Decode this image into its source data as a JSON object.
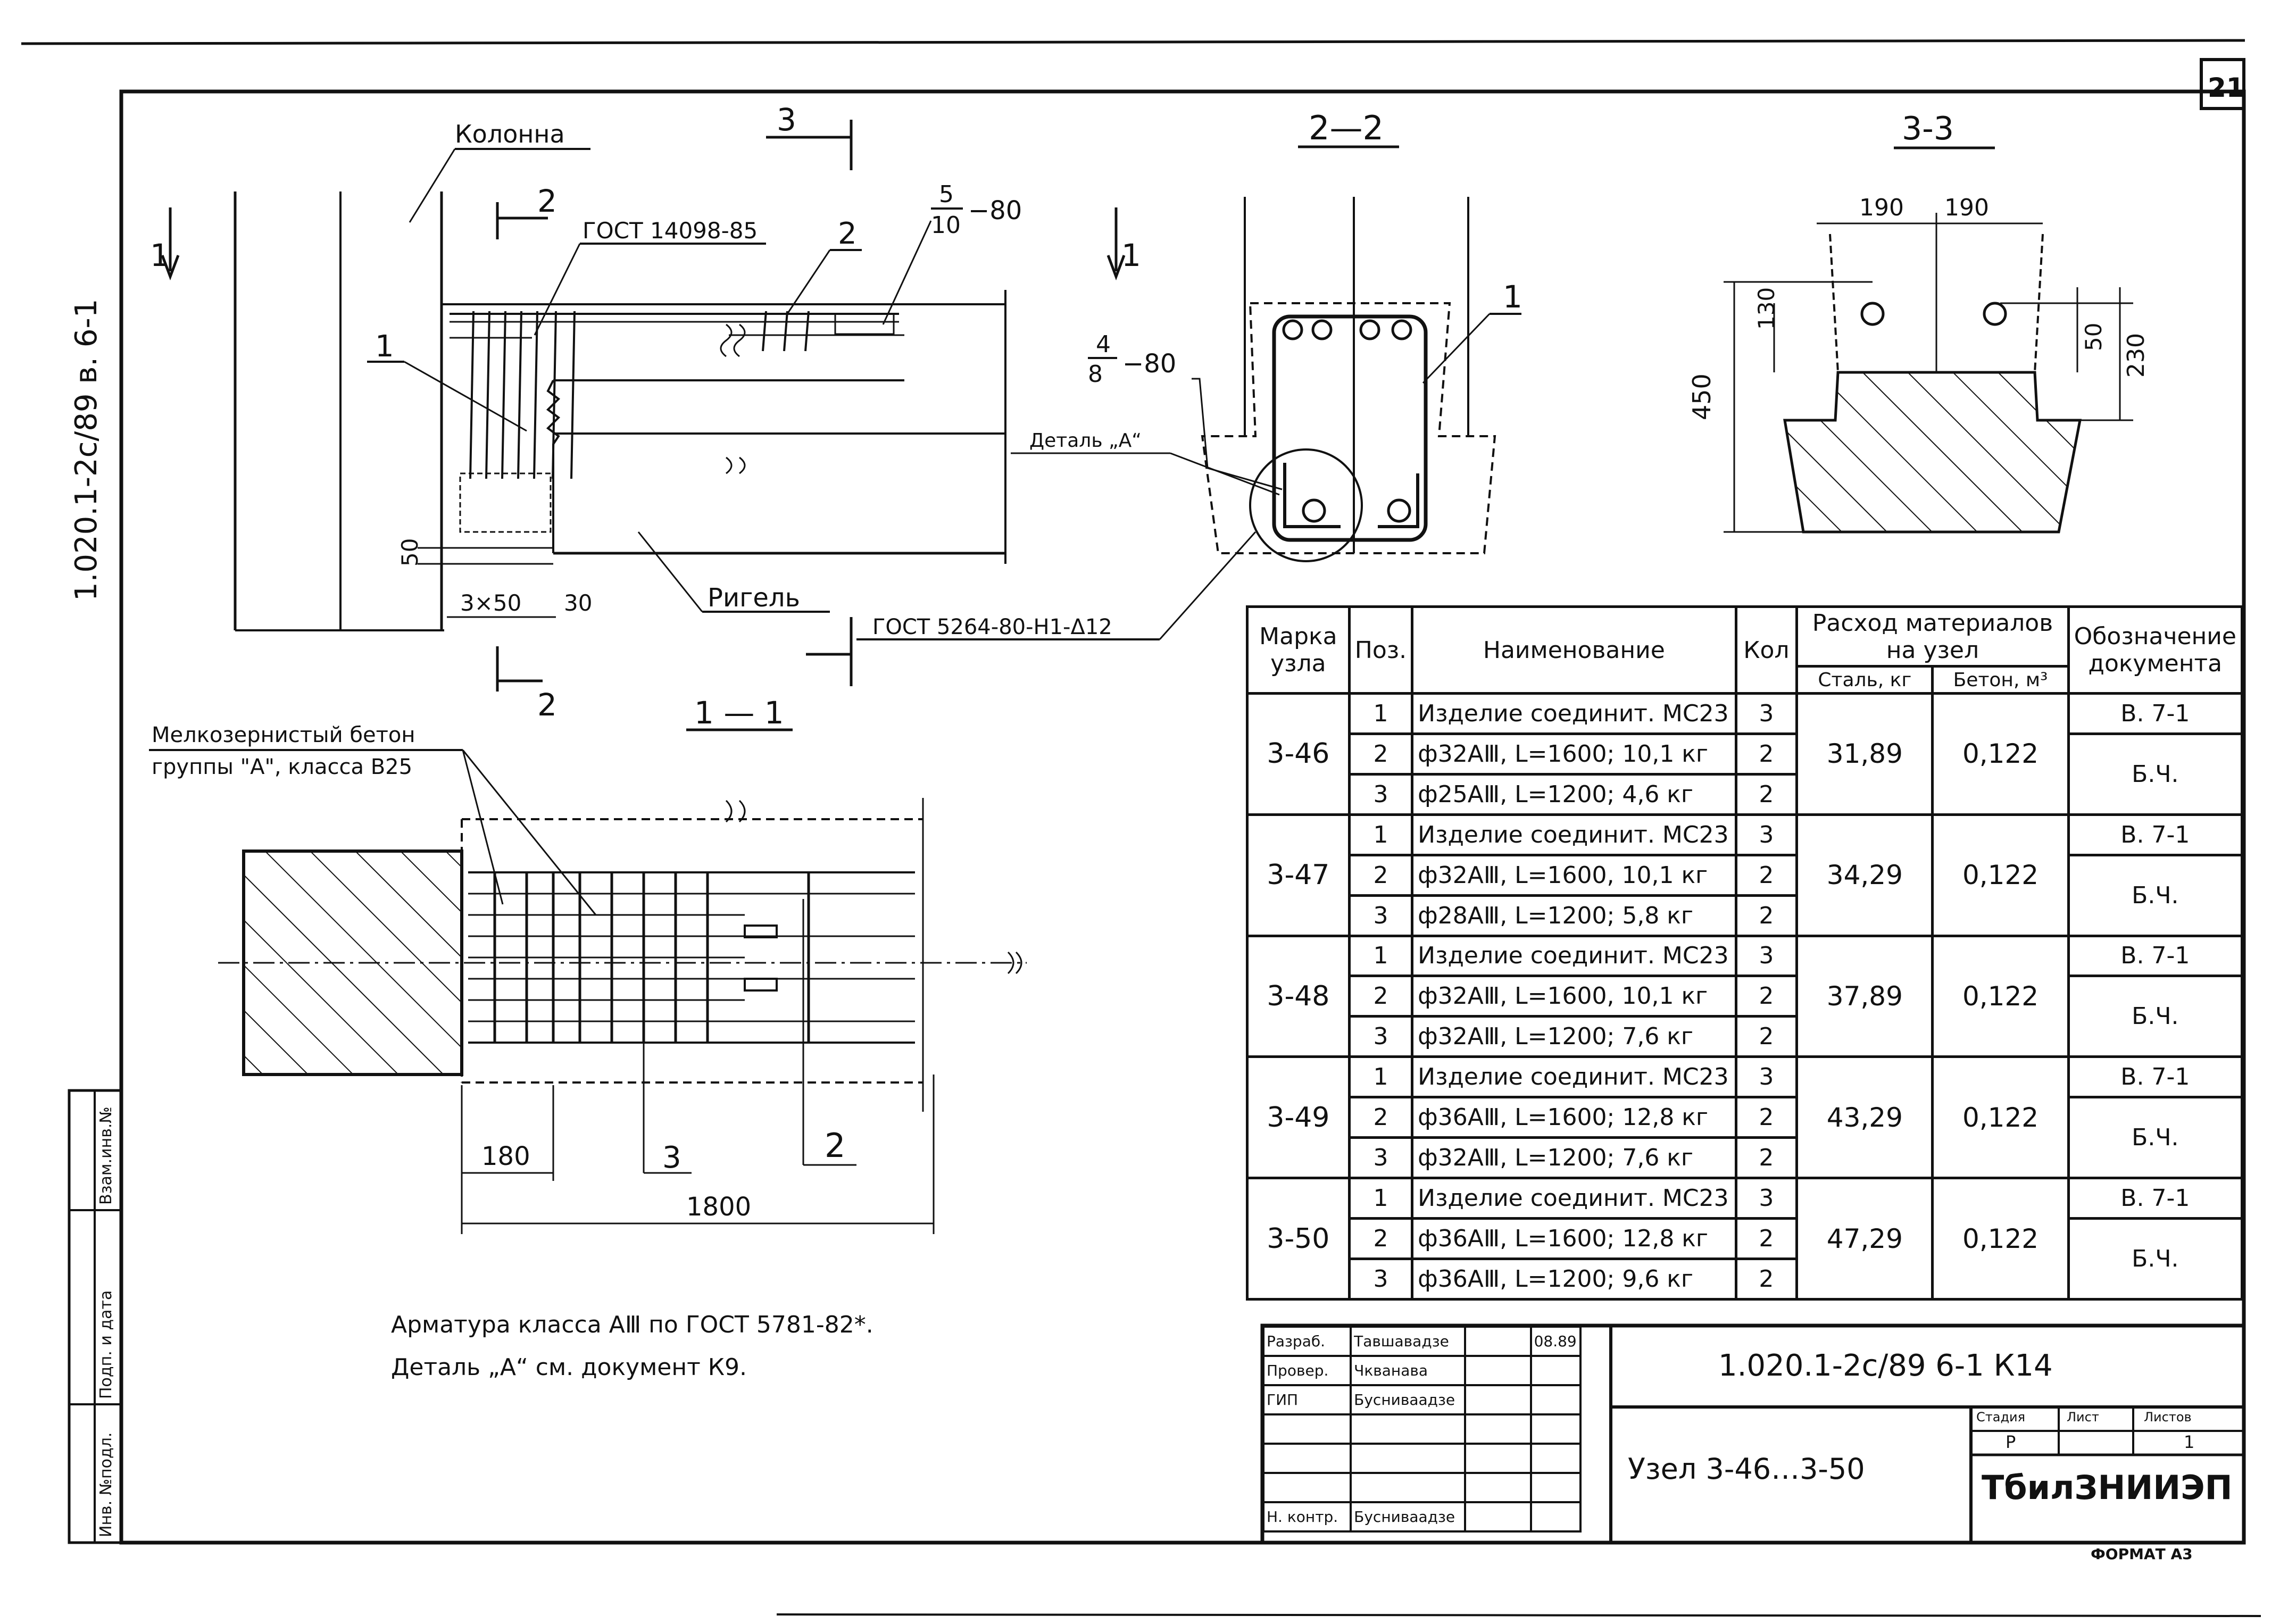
{
  "sheet": {
    "number": "21",
    "side_code": "1.020.1-2с/89 в. 6-1",
    "format": "ФОРМАТ А3"
  },
  "drawing": {
    "labels": {
      "column": "Колонна",
      "beam": "Ригель",
      "detail_a": "Деталь „А“",
      "gost_14098": "ГОСТ 14098-85",
      "gost_5264": "ГОСТ 5264-80-Н1-Δ12",
      "weld_5_10_num": "5",
      "weld_5_10_den": "10",
      "weld_5_10_step": "−80",
      "weld_4_8_num": "4",
      "weld_4_8_den": "8",
      "weld_4_8_step": "−80",
      "concrete_line1": "Мелкозернистый бетон",
      "concrete_line2": "группы \"А\", класса В25",
      "pos_1": "1",
      "pos_2": "2",
      "pos_3": "3"
    },
    "sections": {
      "s11": "1 — 1",
      "s22": "2—2",
      "s33": "3-3"
    },
    "section_marks": {
      "mark1": "1",
      "mark2": "2",
      "mark3": "3"
    },
    "dims": {
      "d50": "50",
      "d3x50": "3×50",
      "d30": "30",
      "d180": "180",
      "d1800": "1800",
      "d190a": "190",
      "d190b": "190",
      "d130": "130",
      "d450": "450",
      "d50b": "50",
      "d230": "230"
    },
    "notes": {
      "line1": "Арматура класса АⅢ по ГОСТ 5781-82*.",
      "line2": "Деталь „А“ см. документ К9."
    }
  },
  "spec_table": {
    "headers": {
      "mark": "Марка узла",
      "pos": "Поз.",
      "name": "Наименование",
      "qty": "Кол",
      "consumption": "Расход материалов на узел",
      "steel": "Сталь, кг",
      "concrete": "Бетон, м³",
      "doc": "Обозначение документа"
    },
    "groups": [
      {
        "mark": "3-46",
        "steel": "31,89",
        "concrete": "0,122",
        "rows": [
          {
            "pos": "1",
            "name": "Изделие соединит. МС23",
            "qty": "3",
            "doc": "В. 7-1"
          },
          {
            "pos": "2",
            "name": "ф32АⅢ, L=1600; 10,1 кг",
            "qty": "2",
            "doc": "Б.Ч."
          },
          {
            "pos": "3",
            "name": "ф25АⅢ, L=1200; 4,6 кг",
            "qty": "2",
            "doc": ""
          }
        ]
      },
      {
        "mark": "3-47",
        "steel": "34,29",
        "concrete": "0,122",
        "rows": [
          {
            "pos": "1",
            "name": "Изделие соединит. МС23",
            "qty": "3",
            "doc": "В. 7-1"
          },
          {
            "pos": "2",
            "name": "ф32АⅢ, L=1600, 10,1 кг",
            "qty": "2",
            "doc": "Б.Ч."
          },
          {
            "pos": "3",
            "name": "ф28АⅢ, L=1200; 5,8 кг",
            "qty": "2",
            "doc": ""
          }
        ]
      },
      {
        "mark": "3-48",
        "steel": "37,89",
        "concrete": "0,122",
        "rows": [
          {
            "pos": "1",
            "name": "Изделие соединит. МС23",
            "qty": "3",
            "doc": "В. 7-1"
          },
          {
            "pos": "2",
            "name": "ф32АⅢ, L=1600, 10,1 кг",
            "qty": "2",
            "doc": "Б.Ч."
          },
          {
            "pos": "3",
            "name": "ф32АⅢ, L=1200; 7,6 кг",
            "qty": "2",
            "doc": ""
          }
        ]
      },
      {
        "mark": "3-49",
        "steel": "43,29",
        "concrete": "0,122",
        "rows": [
          {
            "pos": "1",
            "name": "Изделие соединит. МС23",
            "qty": "3",
            "doc": "В. 7-1"
          },
          {
            "pos": "2",
            "name": "ф36АⅢ, L=1600; 12,8 кг",
            "qty": "2",
            "doc": "Б.Ч."
          },
          {
            "pos": "3",
            "name": "ф32АⅢ, L=1200; 7,6 кг",
            "qty": "2",
            "doc": ""
          }
        ]
      },
      {
        "mark": "3-50",
        "steel": "47,29",
        "concrete": "0,122",
        "rows": [
          {
            "pos": "1",
            "name": "Изделие соединит. МС23",
            "qty": "3",
            "doc": "В. 7-1"
          },
          {
            "pos": "2",
            "name": "ф36АⅢ, L=1600; 12,8 кг",
            "qty": "2",
            "doc": "Б.Ч."
          },
          {
            "pos": "3",
            "name": "ф36АⅢ, L=1200; 9,6 кг",
            "qty": "2",
            "doc": ""
          }
        ]
      }
    ]
  },
  "title_block": {
    "roles": [
      {
        "role": "Разраб.",
        "name": "Тавшавадзе",
        "date": "08.89"
      },
      {
        "role": "Провер.",
        "name": "Чкванава",
        "date": ""
      },
      {
        "role": "ГИП",
        "name": "Бусниваадзе",
        "date": ""
      },
      {
        "role": "",
        "name": "",
        "date": ""
      },
      {
        "role": "",
        "name": "",
        "date": ""
      },
      {
        "role": "",
        "name": "",
        "date": ""
      },
      {
        "role": "Н. контр.",
        "name": "Бусниваадзе",
        "date": ""
      }
    ],
    "code": "1.020.1-2с/89   6-1   К14",
    "object_name": "Узел 3-46…3-50",
    "stage_label": "Стадия",
    "sheet_label": "Лист",
    "sheets_label": "Листов",
    "stage": "Р",
    "sheet": "",
    "sheets": "1",
    "org": "ТбилЗНИИЭП"
  },
  "side_stamp": {
    "inv_podl": "Инв. №подл.",
    "podp_data": "Подп. и дата",
    "vzam_inv": "Взам.инв.№"
  }
}
